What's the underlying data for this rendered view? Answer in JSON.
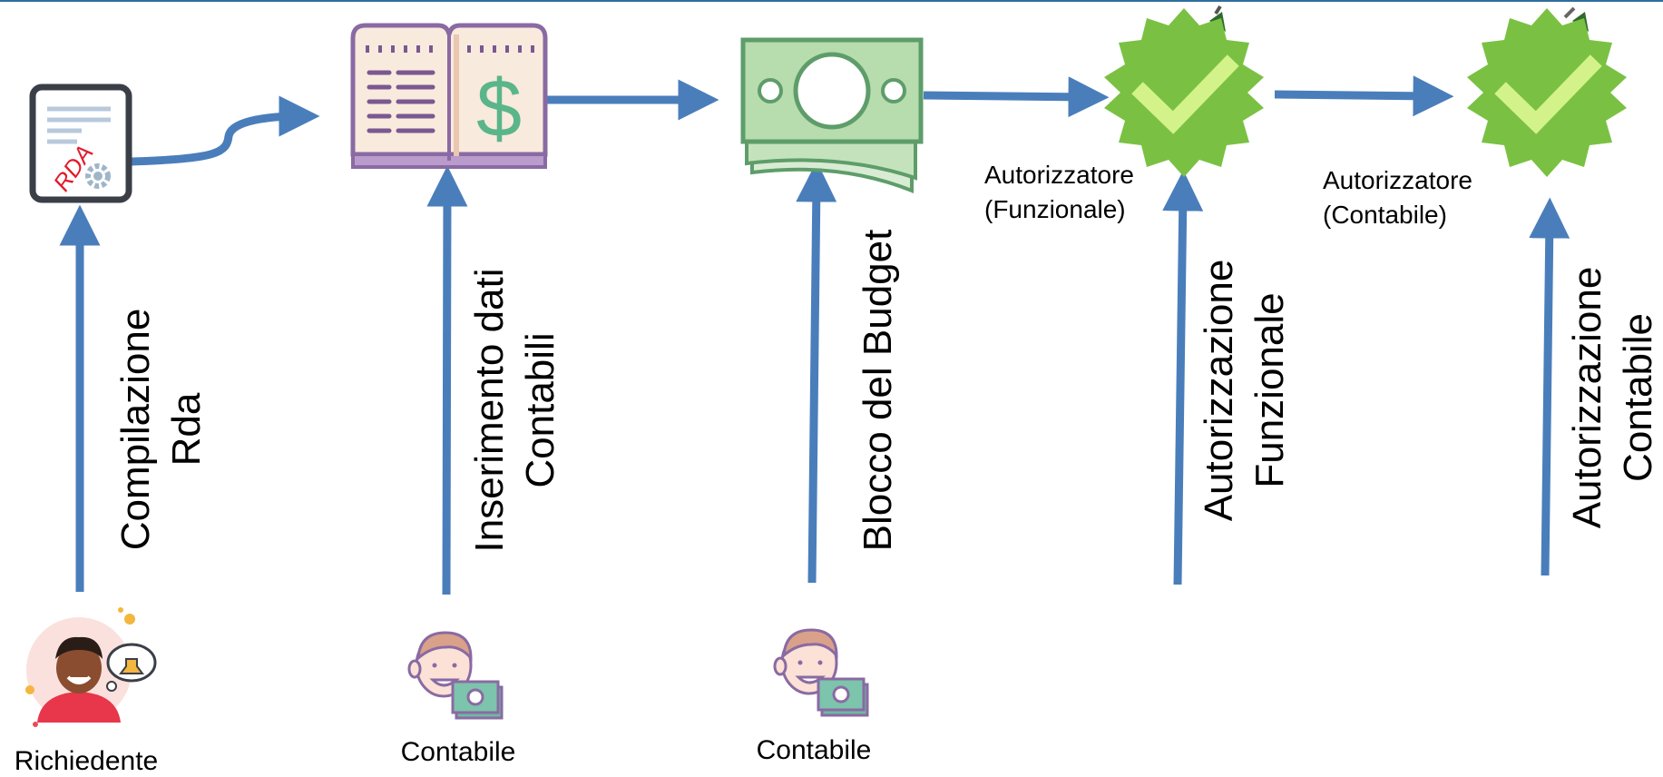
{
  "steps": [
    {
      "label_line1": "Compilazione",
      "label_line2": "Rda",
      "actor": "Richiedente"
    },
    {
      "label_line1": "Inserimento dati",
      "label_line2": "Contabili",
      "actor": "Contabile"
    },
    {
      "label_line1": "Blocco del Budget",
      "label_line2": "",
      "actor": "Contabile"
    },
    {
      "label_line1": "Autorizzazione",
      "label_line2": "Funzionale",
      "authorizer_line1": "Autorizzatore",
      "authorizer_line2": "(Funzionale)"
    },
    {
      "label_line1": "Autorizzazione",
      "label_line2": "Contabile",
      "authorizer_line1": "Autorizzatore",
      "authorizer_line2": "(Contabile)"
    }
  ],
  "document_icon_text": "RDA",
  "colors": {
    "arrow": "#4a7ebb",
    "badge_green": "#7ac143",
    "check_light": "#d4f28a",
    "money_green": "#a8d5a2",
    "book_purple": "#8a6aa3"
  },
  "icons": [
    "rda-document-icon",
    "ledger-book-icon",
    "money-stack-icon",
    "verified-badge-icon",
    "verified-badge-icon",
    "requester-avatar-icon",
    "accountant-icon",
    "accountant-icon"
  ]
}
